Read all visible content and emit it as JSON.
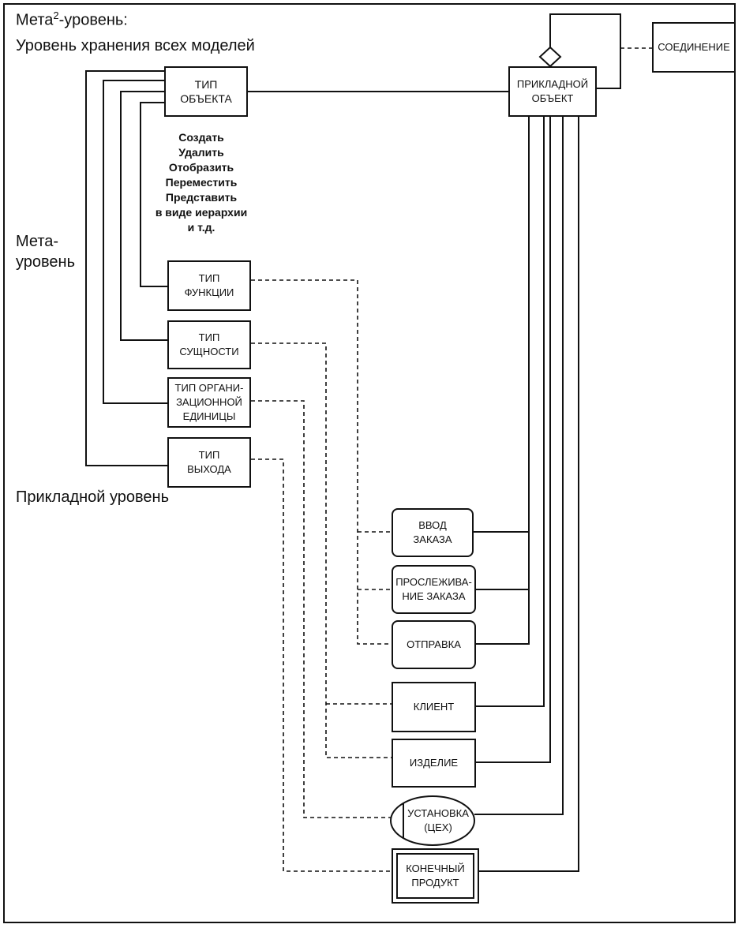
{
  "levels": {
    "meta2_prefix": "Мета",
    "meta2_sup": "2",
    "meta2_suffix": "-уровень:",
    "meta2_line2": "Уровень хранения всех моделей",
    "meta_line1": "Мета-",
    "meta_line2": "уровень",
    "app": "Прикладной уровень"
  },
  "meta2": {
    "object_type": "ТИП\nОБЪЕКТА",
    "app_object": "ПРИКЛАДНОЙ\nОБЪЕКТ",
    "connection": "СОЕДИНЕНИЕ"
  },
  "operations": [
    "Создать",
    "Удалить",
    "Отобразить",
    "Переместить",
    "Представить",
    "в виде иерархии",
    "и т.д."
  ],
  "meta_types": {
    "function": "ТИП\nФУНКЦИИ",
    "entity": "ТИП\nСУЩНОСТИ",
    "org_unit": "ТИП ОРГАНИ-\nЗАЦИОННОЙ\nЕДИНИЦЫ",
    "output": "ТИП\nВЫХОДА"
  },
  "app_objects": {
    "order_entry": "ВВОД\nЗАКАЗА",
    "order_tracking": "ПРОСЛЕЖИВА-\nНИЕ ЗАКАЗА",
    "shipping": "ОТПРАВКА",
    "client": "КЛИЕНТ",
    "product": "ИЗДЕЛИЕ",
    "plant": "УСТАНОВКА\n(ЦЕХ)",
    "final_product": "КОНЕЧНЫЙ\nПРОДУКТ"
  }
}
